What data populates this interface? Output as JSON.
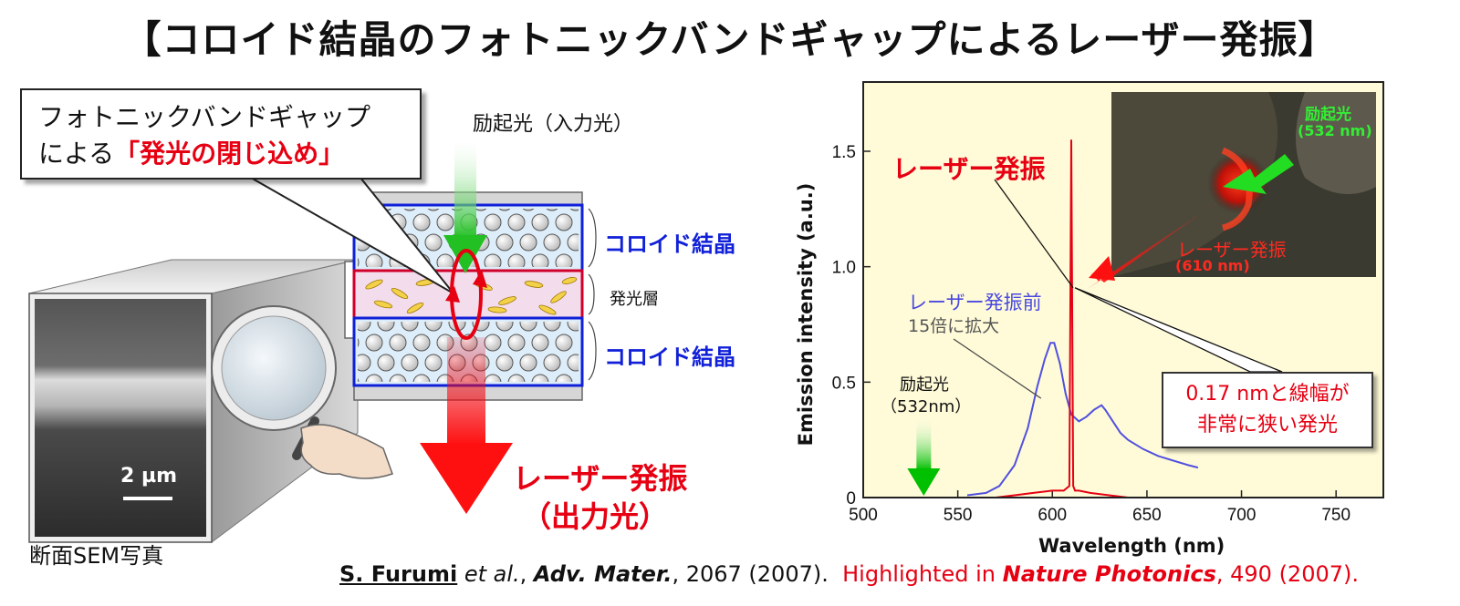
{
  "title": "【コロイド結晶のフォトニックバンドギャップによるレーザー発振】",
  "callout": {
    "line1": "フォトニックバンドギャップ",
    "line2_prefix": "による",
    "line2_highlight": "「発光の閉じ込め」"
  },
  "diagram": {
    "excitation_label": "励起光（入力光）",
    "colloid_top": "コロイド結晶",
    "emission_layer": "発光層",
    "colloid_bottom": "コロイド結晶",
    "laser_line1": "レーザー発振",
    "laser_line2": "（出力光）",
    "sem_caption": "断面SEM写真",
    "sem_scale": "2 µm",
    "colors": {
      "crystal_border": "#1020d8",
      "layer_border": "#d0002a",
      "laser": "#e60012",
      "excitation": "#22c022"
    }
  },
  "chart_data": {
    "type": "line",
    "xlabel": "Wavelength (nm)",
    "ylabel": "Emission intensity (a.u.)",
    "xlim": [
      500,
      775
    ],
    "ylim": [
      0,
      1.8
    ],
    "xticks": [
      500,
      550,
      600,
      650,
      700,
      750
    ],
    "yticks": [
      0,
      0.5,
      1.0,
      1.5
    ],
    "ytick_labels": [
      "0",
      "0.5",
      "1.0",
      "1.5"
    ],
    "series": [
      {
        "name": "レーザー発振前",
        "color": "#5050e0",
        "x": [
          555,
          565,
          572,
          580,
          587,
          592,
          596,
          599,
          601,
          604,
          607,
          610,
          614,
          618,
          622,
          626,
          628,
          632,
          636,
          640,
          648,
          656,
          664,
          672,
          677
        ],
        "y": [
          0.01,
          0.02,
          0.05,
          0.14,
          0.3,
          0.48,
          0.6,
          0.67,
          0.67,
          0.58,
          0.45,
          0.36,
          0.33,
          0.35,
          0.38,
          0.4,
          0.38,
          0.33,
          0.28,
          0.25,
          0.21,
          0.18,
          0.16,
          0.14,
          0.13
        ]
      },
      {
        "name": "レーザー発振",
        "color": "#e60012",
        "x": [
          570,
          580,
          590,
          600,
          606,
          609,
          610,
          611,
          612,
          614,
          620,
          630,
          640
        ],
        "y": [
          0.0,
          0.01,
          0.02,
          0.03,
          0.03,
          0.05,
          1.55,
          0.05,
          0.03,
          0.03,
          0.02,
          0.01,
          0.0
        ]
      }
    ],
    "annotations": {
      "laser_label": "レーザー発振",
      "before_label": "レーザー発振前",
      "before_sub": "15倍に拡大",
      "excitation_label": "励起光",
      "excitation_wl": "（532nm）",
      "excitation_x": 532,
      "note_line1": "0.17 nmと線幅が",
      "note_line2": "非常に狭い発光"
    },
    "inset": {
      "excitation": "励起光",
      "excitation_wl": "(532 nm)",
      "laser": "レーザー発振",
      "laser_wl": "(610 nm)"
    },
    "background": "#fffbd8"
  },
  "citation": {
    "author": "S. Furumi",
    "etal": " et al.",
    "sep1": ", ",
    "journal": "Adv. Mater.",
    "rest": ", 2067 (2007).",
    "highlight_prefix": "  Highlighted in ",
    "highlight_journal": "Nature Photonics",
    "highlight_rest": ", 490 (2007)."
  }
}
